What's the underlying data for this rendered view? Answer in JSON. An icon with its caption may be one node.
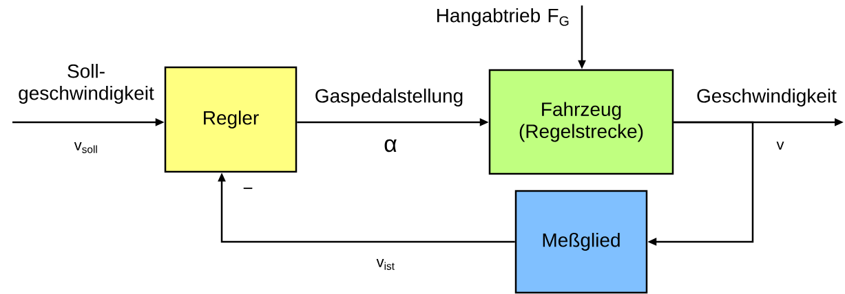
{
  "diagram": {
    "nodes": [
      {
        "text": [
          "Regler"
        ]
      },
      {
        "text": [
          "Fahrzeug (Regelstrecke)"
        ]
      },
      {
        "text": [
          "Meßglied"
        ]
      }
    ],
    "edges": [
      {
        "from": null,
        "to": 0,
        "arrow": "to",
        "label": "Soll- geschwindigkeit"
      },
      {
        "from": 0,
        "to": 1,
        "arrow": "to",
        "label": "Gaspedalstellung"
      },
      {
        "from": null,
        "to": 1,
        "arrow": "to",
        "label": "Hangabtrieb F$_{G}$"
      },
      {
        "from": 1,
        "to": null,
        "arrow": "to",
        "label": "Geschwindigkeit"
      },
      {
        "from": 1,
        "to": 2,
        "arrow": "to"
      },
      {
        "from": 2,
        "to": 0,
        "arrow": "to"
      }
    ],
    "labels": [
      "v$_{soll}$",
      "α",
      "v",
      "−",
      "v$_{ist}$"
    ]
  }
}
